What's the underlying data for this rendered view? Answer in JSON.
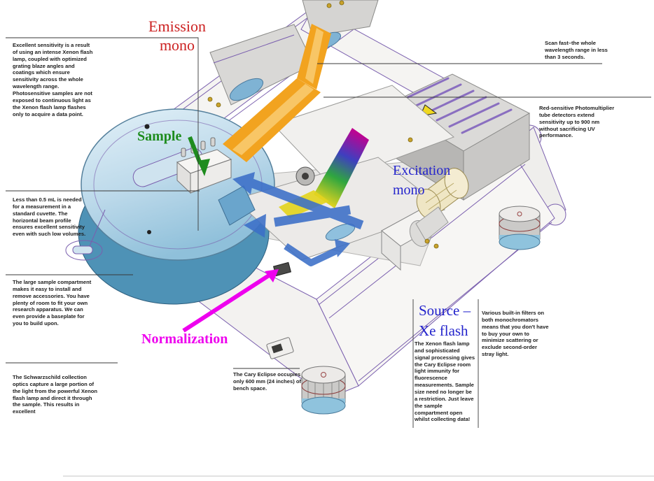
{
  "labels": {
    "emission": {
      "line1": "Emission",
      "line2": "mono",
      "color": "#cc2222"
    },
    "sample": {
      "text": "Sample",
      "color": "#1e8c1e"
    },
    "excitation": {
      "line1": "Excitation",
      "line2": "mono",
      "color": "#2424cc"
    },
    "normalization": {
      "text": "Normalization",
      "color": "#ee00ee"
    },
    "source": {
      "line1": "Source –",
      "line2": "Xe flash",
      "color": "#2424cc"
    }
  },
  "notes": {
    "sensitivity": "Excellent sensitivity is a result of using an intense Xenon flash lamp, coupled with optimized grating blaze angles and coatings which ensure sensitivity across the whole wavelength range. Photosensitive samples are not exposed to continuous light as the Xenon flash lamp flashes only to acquire a data point.",
    "volume": "Less than 0.5 mL is needed for a measurement in a standard cuvette. The horizontal beam profile ensures excellent sensitivity even with such low volumes.",
    "compartment": "The large sample compartment makes it easy to install and remove accessories. You have plenty of room to fit your own research apparatus. We can even provide a baseplate for you to build upon.",
    "schwarzschild": "The Schwarzschild collection optics capture a large portion of the light from the powerful Xenon flash lamp and direct it through the sample. This results in excellent",
    "scan_fast": "Scan fast–the whole wavelength range in less than 3 seconds.",
    "red_sensitive": "Red-sensitive Photomultiplier tube detectors extend sensitivity up to 900 nm without sacrificing UV performance.",
    "bench_space": "The Cary Eclipse occupies only 600 mm (24 inches) of bench space.",
    "room_light": "The Xenon flash lamp and sophisticated signal processing gives the Cary Eclipse room light immunity for fluorescence measurements. Sample size need no longer be a restriction. Just leave the sample compartment open whilst collecting data!",
    "filters": "Various built-in filters on both monochromators means that you don't have to buy your own to minimize scattering or exclude second-order stray light."
  },
  "colors": {
    "outline_purple": "#7a5fae",
    "beam_orange": "#f2a31f",
    "beam_yellow": "#e3d41f",
    "beam_blue": "#3b6fc8",
    "lid_blue": "#a6cfe4",
    "warning_yellow": "#f0d820",
    "note_text": "#1c1c1c",
    "callout_line": "#3a3a3a"
  }
}
